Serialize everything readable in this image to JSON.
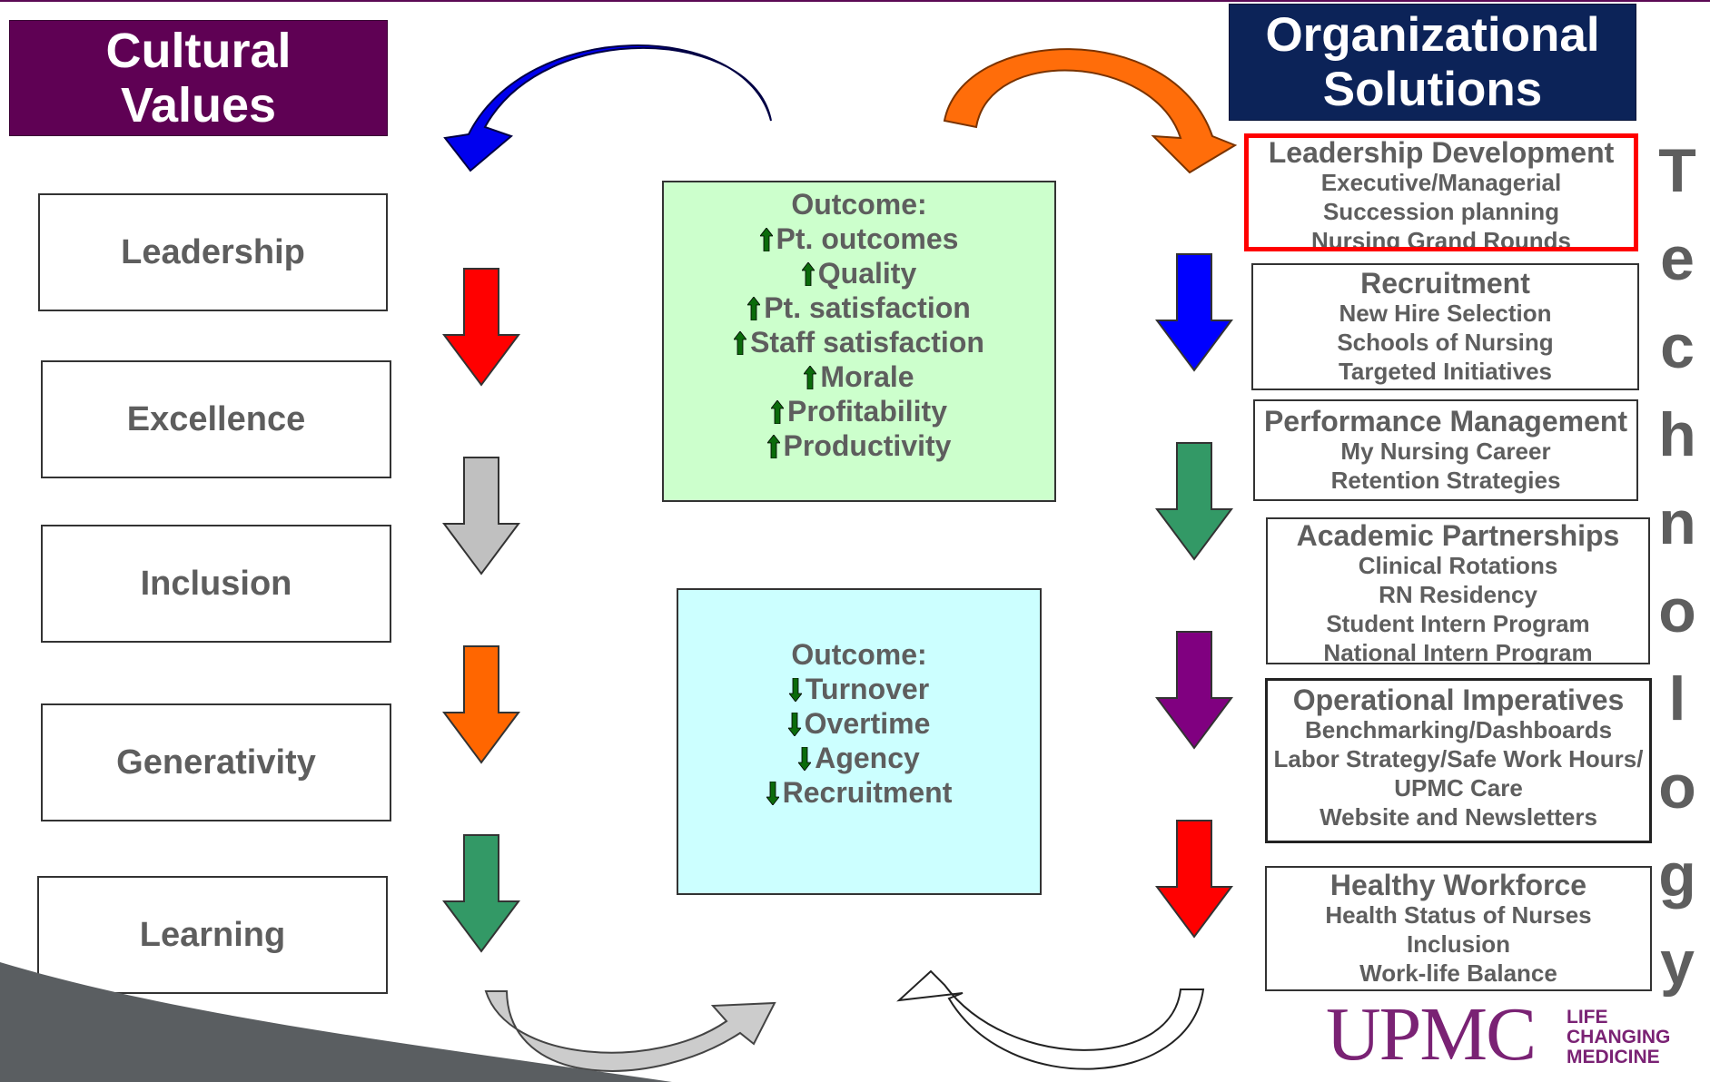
{
  "headers": {
    "cultural_values": [
      "Cultural",
      "Values"
    ],
    "organizational_solutions": [
      "Organizational",
      "Solutions"
    ]
  },
  "values": [
    "Leadership",
    "Excellence",
    "Inclusion",
    "Generativity",
    "Learning"
  ],
  "outcome_up": {
    "title": "Outcome:",
    "items": [
      "Pt. outcomes",
      "Quality",
      "Pt. satisfaction",
      "Staff satisfaction",
      "Morale",
      "Profitability",
      "Productivity"
    ]
  },
  "outcome_down": {
    "title": "Outcome:",
    "items": [
      "Turnover",
      "Overtime",
      "Agency",
      "Recruitment"
    ]
  },
  "solutions": [
    {
      "title": "Leadership Development",
      "items": [
        "Executive/Managerial",
        "Succession planning",
        "Nursing Grand Rounds"
      ]
    },
    {
      "title": "Recruitment",
      "items": [
        "New Hire Selection",
        "Schools of Nursing",
        "Targeted Initiatives"
      ]
    },
    {
      "title": "Performance Management",
      "items": [
        "My Nursing Career",
        "Retention Strategies"
      ]
    },
    {
      "title": "Academic Partnerships",
      "items": [
        "Clinical Rotations",
        "RN Residency",
        "Student Intern Program",
        "National Intern Program"
      ]
    },
    {
      "title": "Operational Imperatives",
      "items": [
        "Benchmarking/Dashboards",
        "Labor Strategy/Safe Work Hours/",
        "UPMC Care",
        "Website and Newsletters"
      ]
    },
    {
      "title": "Healthy Workforce",
      "items": [
        "Health Status of Nurses",
        "Inclusion",
        "Work-life Balance"
      ]
    }
  ],
  "technology_letters": [
    "T",
    "e",
    "c",
    "h",
    "n",
    "o",
    "l",
    "o",
    "g",
    "y"
  ],
  "logo": {
    "name": "UPMC",
    "tagline": [
      "LIFE",
      "CHANGING",
      "MEDICINE"
    ]
  },
  "colors": {
    "cultural_header": "#5f0154",
    "org_header": "#0c2358",
    "outcome_up_bg": "#ccffcc",
    "outcome_down_bg": "#ccffff",
    "highlight": "#ff0000",
    "up_arrow": "#0b6b0b",
    "left_arrows": [
      "#ff0000",
      "#c0c0c0",
      "#ff6600",
      "#339966"
    ],
    "right_arrows": [
      "#0000ff",
      "#339966",
      "#800080",
      "#ff0000"
    ]
  }
}
